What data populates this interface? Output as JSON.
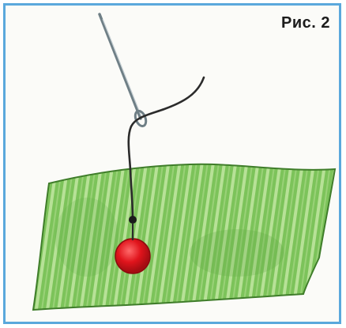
{
  "figure": {
    "caption": "Рис. 2",
    "colors": {
      "frame": "#5aa8dc",
      "fabric": "#7cc35a",
      "fabric_stripe": "#c6e8a6",
      "bead": "#e0141c",
      "thread": "#2b2b2b",
      "needle": "#6f7f86"
    },
    "elements": [
      "needle-icon",
      "thread",
      "fabric-swatch",
      "bead"
    ]
  }
}
